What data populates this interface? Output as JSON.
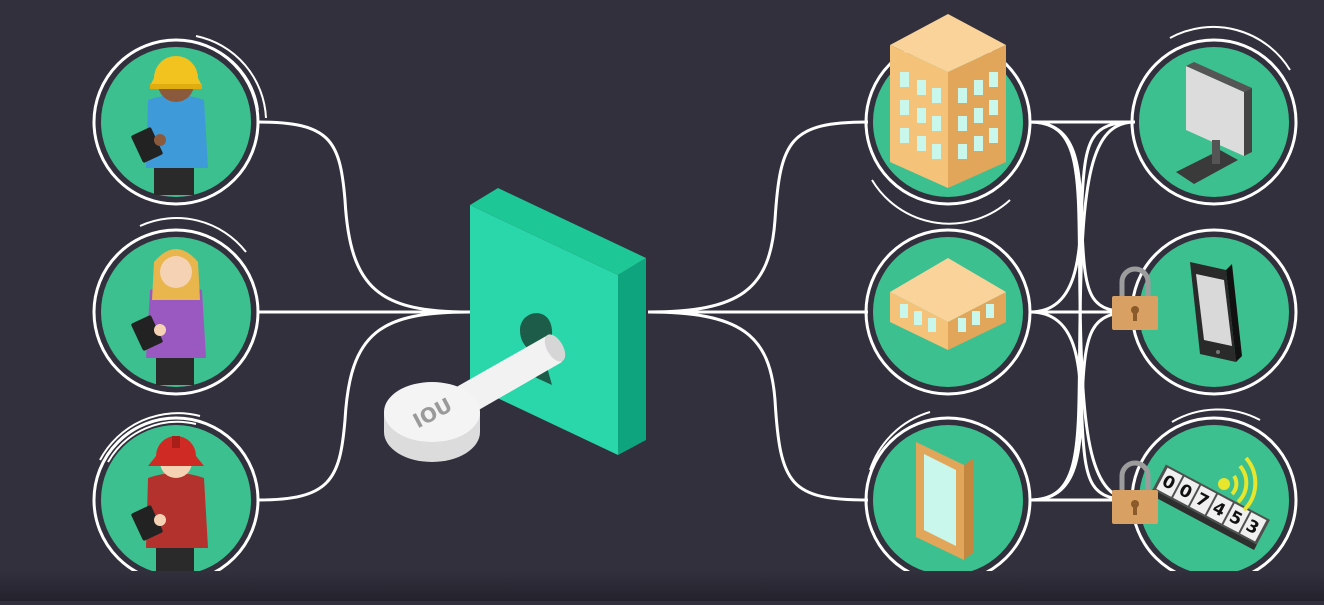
{
  "colors": {
    "background": "#32303d",
    "node_fill": "#3cc08f",
    "ring": "#ffffff",
    "lock_front": "#2ad7aa",
    "lock_side": "#0ea57e",
    "lock_top": "#1ec796",
    "building": "#f5c27a",
    "padlock": "#d9a063"
  },
  "users": [
    {
      "name": "worker",
      "helmet": "hard-hat",
      "shirt": "#3f9ad9"
    },
    {
      "name": "staff",
      "helmet": "none",
      "shirt": "#9a59c0"
    },
    {
      "name": "firefighter",
      "helmet": "fire-helmet",
      "shirt": "#b3322d"
    }
  ],
  "resources": [
    "office-building-icon",
    "house-icon",
    "door-icon"
  ],
  "devices": [
    "desktop-computer-icon",
    "smartphone-icon",
    "meter-icon"
  ],
  "key": {
    "label": "IOU"
  },
  "meter": {
    "digits": [
      "0",
      "0",
      "7",
      "4",
      "5",
      "3"
    ]
  }
}
